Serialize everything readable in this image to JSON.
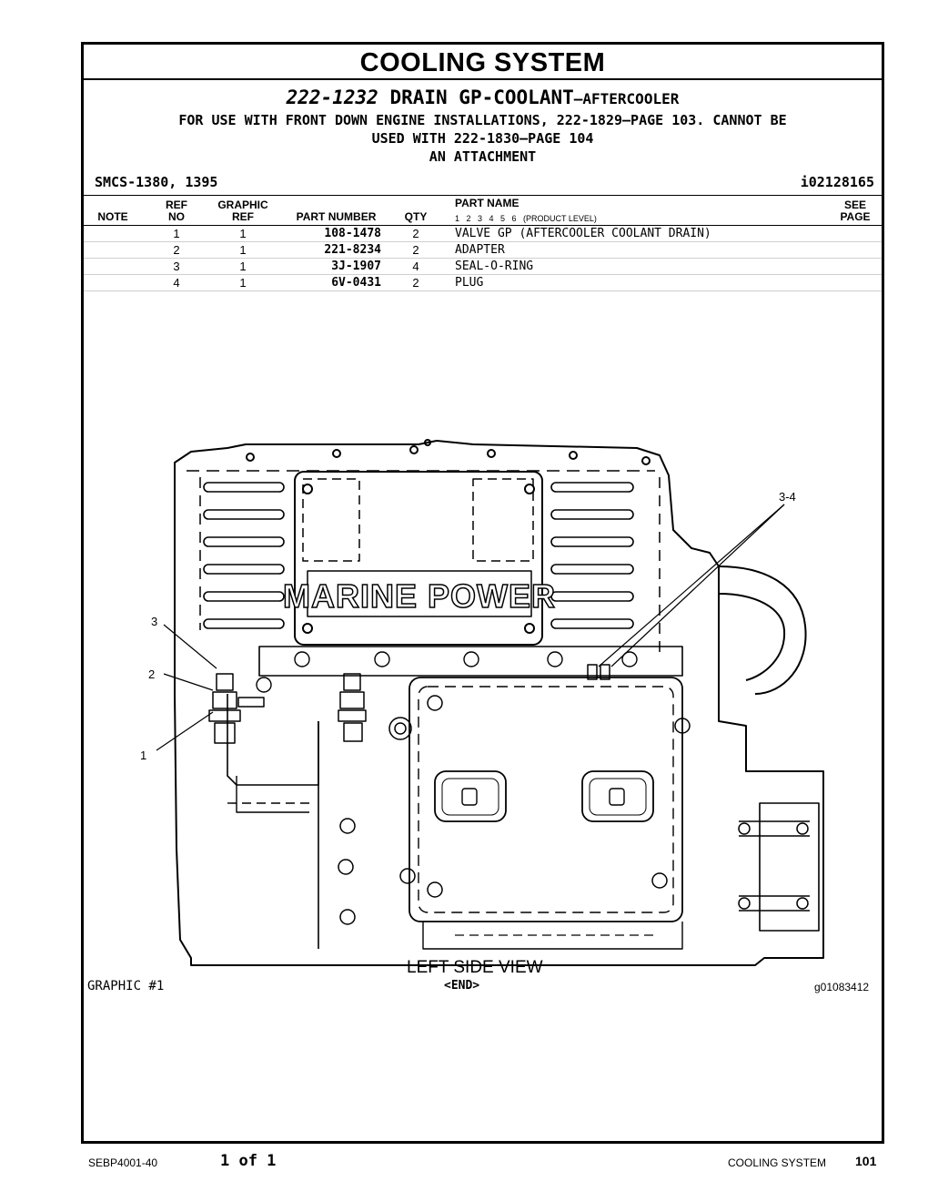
{
  "header": {
    "section_title": "COOLING SYSTEM",
    "part_group_number": "222-1232",
    "part_group_name": "DRAIN GP-COOLANT",
    "part_group_suffix": "—AFTERCOOLER",
    "description_lines": [
      "FOR USE WITH FRONT DOWN ENGINE INSTALLATIONS, 222-1829—PAGE 103. CANNOT BE",
      "USED WITH 222-1830—PAGE 104",
      "AN ATTACHMENT"
    ],
    "smcs": "SMCS-1380, 1395",
    "doc_id": "i02128165"
  },
  "table": {
    "headers": {
      "note": "NOTE",
      "ref_no_top": "REF",
      "ref_no_bottom": "NO",
      "graphic_ref_top": "GRAPHIC",
      "graphic_ref_bottom": "REF",
      "part_number": "PART NUMBER",
      "qty": "QTY",
      "part_name": "PART NAME",
      "product_level": "1   2   3   4   5   6   (PRODUCT LEVEL)",
      "see_page_top": "SEE",
      "see_page_bottom": "PAGE"
    },
    "rows": [
      {
        "ref_no": "1",
        "graphic_ref": "1",
        "part_number": "108-1478",
        "qty": "2",
        "part_name": "VALVE GP (AFTERCOOLER COOLANT DRAIN)"
      },
      {
        "ref_no": "2",
        "graphic_ref": "1",
        "part_number": "221-8234",
        "qty": "2",
        "part_name": "ADAPTER"
      },
      {
        "ref_no": "3",
        "graphic_ref": "1",
        "part_number": "3J-1907",
        "qty": "4",
        "part_name": "SEAL-O-RING"
      },
      {
        "ref_no": "4",
        "graphic_ref": "1",
        "part_number": "6V-0431",
        "qty": "2",
        "part_name": "PLUG"
      }
    ]
  },
  "graphic": {
    "plate_text": "MARINE POWER",
    "callouts": [
      "3-4",
      "3",
      "2",
      "1"
    ],
    "view_caption": "LEFT SIDE VIEW",
    "graphic_label": "GRAPHIC #1",
    "end_marker": "<END>",
    "graphic_id": "g01083412"
  },
  "footer": {
    "doc_code": "SEBP4001-40",
    "page_of": "1 of 1",
    "section": "COOLING SYSTEM",
    "page_number": "101"
  }
}
